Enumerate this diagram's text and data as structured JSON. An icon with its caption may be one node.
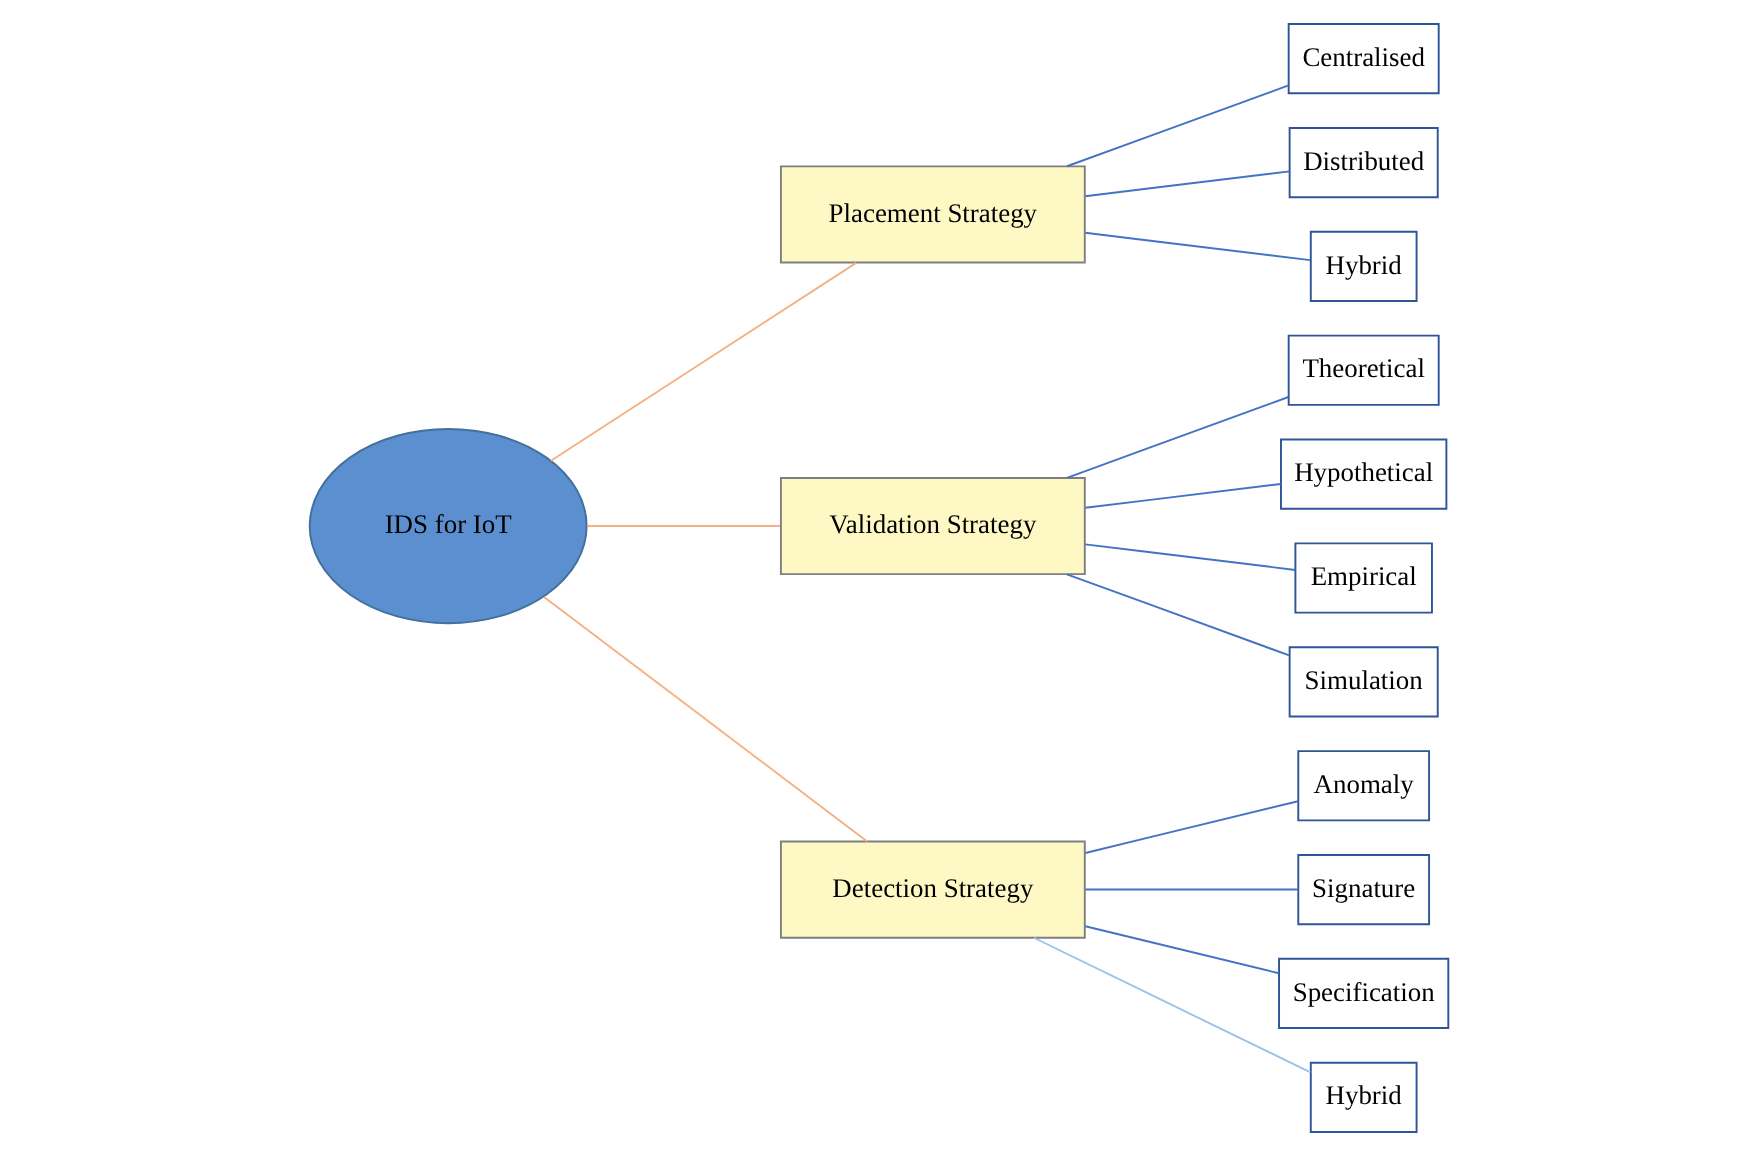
{
  "diagram": {
    "nodes": [
      {
        "text": [
          "IDS for IoT"
        ]
      },
      {
        "text": [
          "Placement Strategy"
        ]
      },
      {
        "text": [
          "Validation Strategy"
        ]
      },
      {
        "text": [
          "Detection Strategy"
        ]
      },
      {
        "text": [
          "Centralised"
        ]
      },
      {
        "text": [
          "Distributed"
        ]
      },
      {
        "text": [
          "Hybrid"
        ]
      },
      {
        "text": [
          "Theoretical"
        ]
      },
      {
        "text": [
          "Hypothetical"
        ]
      },
      {
        "text": [
          "Empirical"
        ]
      },
      {
        "text": [
          "Simulation"
        ]
      },
      {
        "text": [
          "Anomaly"
        ]
      },
      {
        "text": [
          "Signature"
        ]
      },
      {
        "text": [
          "Specification"
        ]
      },
      {
        "text": [
          "Hybrid"
        ]
      }
    ],
    "edges": [
      {
        "from": 0,
        "to": 1,
        "arrow": "none",
        "color": "#f4b183"
      },
      {
        "from": 0,
        "to": 2,
        "arrow": "none",
        "color": "#f4b183"
      },
      {
        "from": 0,
        "to": 3,
        "arrow": "none",
        "color": "#f4b183"
      },
      {
        "from": 1,
        "to": 4,
        "arrow": "none"
      },
      {
        "from": 1,
        "to": 5,
        "arrow": "none"
      },
      {
        "from": 1,
        "to": 6,
        "arrow": "none"
      },
      {
        "from": 2,
        "to": 7,
        "arrow": "none"
      },
      {
        "from": 2,
        "to": 8,
        "arrow": "none"
      },
      {
        "from": 2,
        "to": 9,
        "arrow": "none"
      },
      {
        "from": 2,
        "to": 10,
        "arrow": "none"
      },
      {
        "from": 3,
        "to": 11,
        "arrow": "none"
      },
      {
        "from": 3,
        "to": 12,
        "arrow": "none"
      },
      {
        "from": 3,
        "to": 13,
        "arrow": "none"
      },
      {
        "from": 3,
        "to": 14,
        "arrow": "none",
        "color": "#9dc3e6"
      }
    ]
  }
}
